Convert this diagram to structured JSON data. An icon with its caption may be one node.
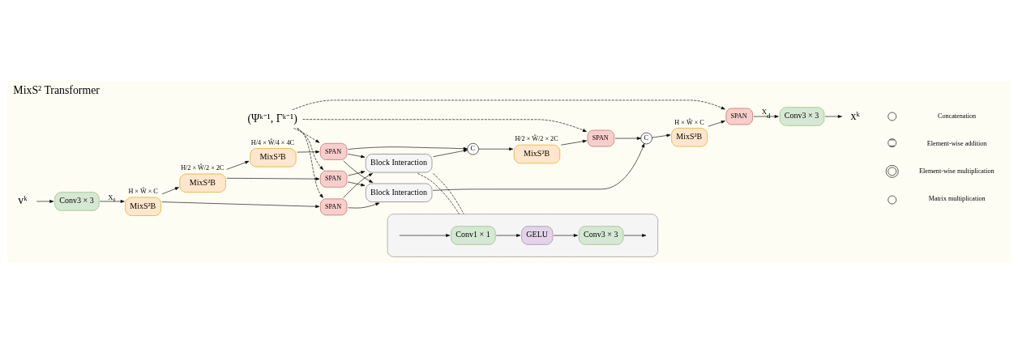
{
  "diagram": {
    "title": "MixS² Transformer",
    "nodes": [
      {
        "text": [
          "vᵏ"
        ]
      },
      {
        "text": [
          "Conv3 × 3"
        ]
      },
      {
        "text": [
          "MixS²B"
        ],
        "beside": [
          "H × Ŵ × C"
        ]
      },
      {
        "text": [
          "SPAN"
        ]
      },
      {
        "text": [
          "Block Interaction"
        ]
      },
      {
        "text": [
          "C"
        ]
      },
      {
        "text": [
          "MixS²B"
        ],
        "beside": [
          "H × Ŵ × C"
        ]
      },
      {
        "text": [
          "SPAN"
        ]
      },
      {
        "text": [
          "Conv3 × 3"
        ]
      },
      {
        "text": [
          "xᵏ"
        ]
      },
      {
        "text": [
          "MixS²B"
        ],
        "beside": [
          "H/2 × Ŵ/2 × 2C"
        ]
      },
      {
        "text": [
          "SPAN"
        ]
      },
      {
        "text": [
          "Block Interaction"
        ]
      },
      {
        "text": [
          "C"
        ]
      },
      {
        "text": [
          "MixS²B"
        ],
        "beside": [
          "H/2 × Ŵ/2 × 2C"
        ]
      },
      {
        "text": [
          "SPAN"
        ]
      },
      {
        "text": [
          "MixS²B"
        ],
        "beside": [
          "H/4 × Ŵ/4 × 4C"
        ]
      },
      {
        "text": [
          "SPAN"
        ]
      },
      {
        "text": [
          "(Ψᵏ⁻¹, Γᵏ⁻¹)"
        ]
      },
      {
        "text": [],
        "shape": "box"
      },
      {
        "text": [
          "Conv1 × 1"
        ],
        "in": 19
      },
      {
        "text": [
          "GELU"
        ],
        "in": 19
      },
      {
        "text": [
          "Conv3 × 3"
        ],
        "in": 19
      }
    ],
    "edges": [
      {
        "from": 0,
        "to": 1,
        "arrow": "to"
      },
      {
        "from": 1,
        "to": 2,
        "arrow": "to",
        "label": "X₀"
      },
      {
        "from": 2,
        "to": 3,
        "arrow": "to"
      },
      {
        "from": 3,
        "to": 4,
        "arrow": "to"
      },
      {
        "from": 3,
        "to": 12,
        "arrow": "to"
      },
      {
        "from": 2,
        "to": 10,
        "arrow": "to"
      },
      {
        "from": 10,
        "to": 11,
        "arrow": "to"
      },
      {
        "from": 11,
        "to": 4,
        "arrow": "to"
      },
      {
        "from": 11,
        "to": 12,
        "arrow": "to"
      },
      {
        "from": 10,
        "to": 16,
        "arrow": "to"
      },
      {
        "from": 16,
        "to": 17,
        "arrow": "to"
      },
      {
        "from": 17,
        "to": 4,
        "arrow": "to"
      },
      {
        "from": 17,
        "to": 12,
        "arrow": "to"
      },
      {
        "from": 17,
        "to": 13,
        "arrow": "to"
      },
      {
        "from": 4,
        "to": 5,
        "arrow": "to"
      },
      {
        "from": 12,
        "to": 13,
        "arrow": "to"
      },
      {
        "from": 13,
        "to": 14,
        "arrow": "to"
      },
      {
        "from": 14,
        "to": 15,
        "arrow": "to"
      },
      {
        "from": 15,
        "to": 5,
        "arrow": "to"
      },
      {
        "from": 5,
        "to": 6,
        "arrow": "to"
      },
      {
        "from": 6,
        "to": 7,
        "arrow": "to"
      },
      {
        "from": 7,
        "to": 8,
        "arrow": "to",
        "label": "X$_{d}$"
      },
      {
        "from": 8,
        "to": 9,
        "arrow": "to"
      },
      {
        "from": 18,
        "to": 3,
        "arrow": "to",
        "style": "dashed"
      },
      {
        "from": 18,
        "to": 11,
        "arrow": "to",
        "style": "dashed"
      },
      {
        "from": 18,
        "to": 17,
        "arrow": "to",
        "style": "dashed"
      },
      {
        "from": 18,
        "to": 15,
        "arrow": "to",
        "style": "dashed"
      },
      {
        "from": 18,
        "to": 7,
        "arrow": "to",
        "style": "dashed"
      },
      {
        "from": 12,
        "to": 19,
        "arrow": "none",
        "style": "dashed"
      },
      {
        "from": 12,
        "to": 19,
        "arrow": "none",
        "style": "dashed"
      },
      {
        "from": null,
        "to": 20,
        "arrow": "to"
      },
      {
        "from": 20,
        "to": 21,
        "arrow": "to"
      },
      {
        "from": 21,
        "to": 22,
        "arrow": "to"
      },
      {
        "from": 22,
        "to": null,
        "arrow": "to"
      }
    ],
    "legend": [
      {
        "text": "Concatenation"
      },
      {
        "text": "Element-wise addition"
      },
      {
        "text": "Element-wise multiplication"
      },
      {
        "text": "Matrix multiplication"
      }
    ]
  }
}
